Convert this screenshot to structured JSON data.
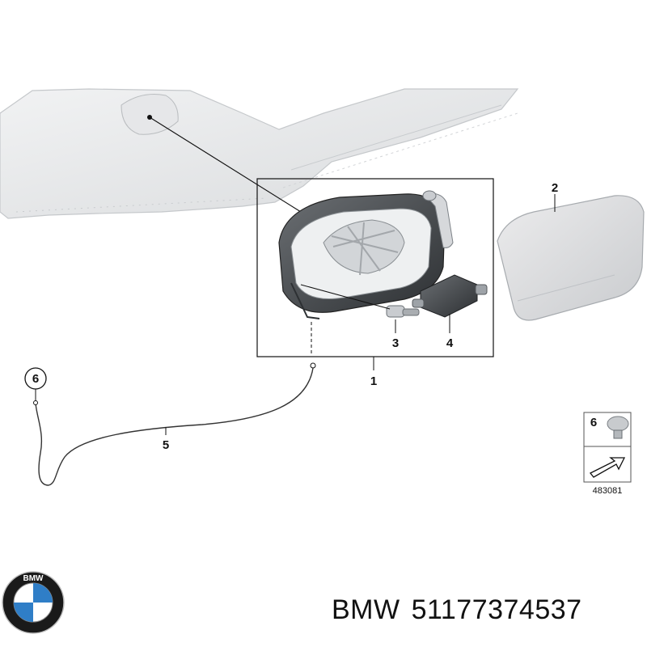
{
  "callouts": {
    "c1": "1",
    "c2": "2",
    "c3": "3",
    "c4": "4",
    "c5": "5",
    "c6": "6",
    "legend6": "6"
  },
  "diagram_id": "483081",
  "logo": {
    "brand": "BMW",
    "ring_letters": "BMW",
    "colors": {
      "ring": "#1a1a1a",
      "blue": "#2f7ec7",
      "white": "#ffffff"
    }
  },
  "footer": {
    "brand": "BMW",
    "part_number": "51177374537"
  },
  "colors": {
    "part_fill": "#dcdee0",
    "part_stroke": "#9aa0a6",
    "dark_part": "#3a3d40",
    "line": "#111111"
  }
}
